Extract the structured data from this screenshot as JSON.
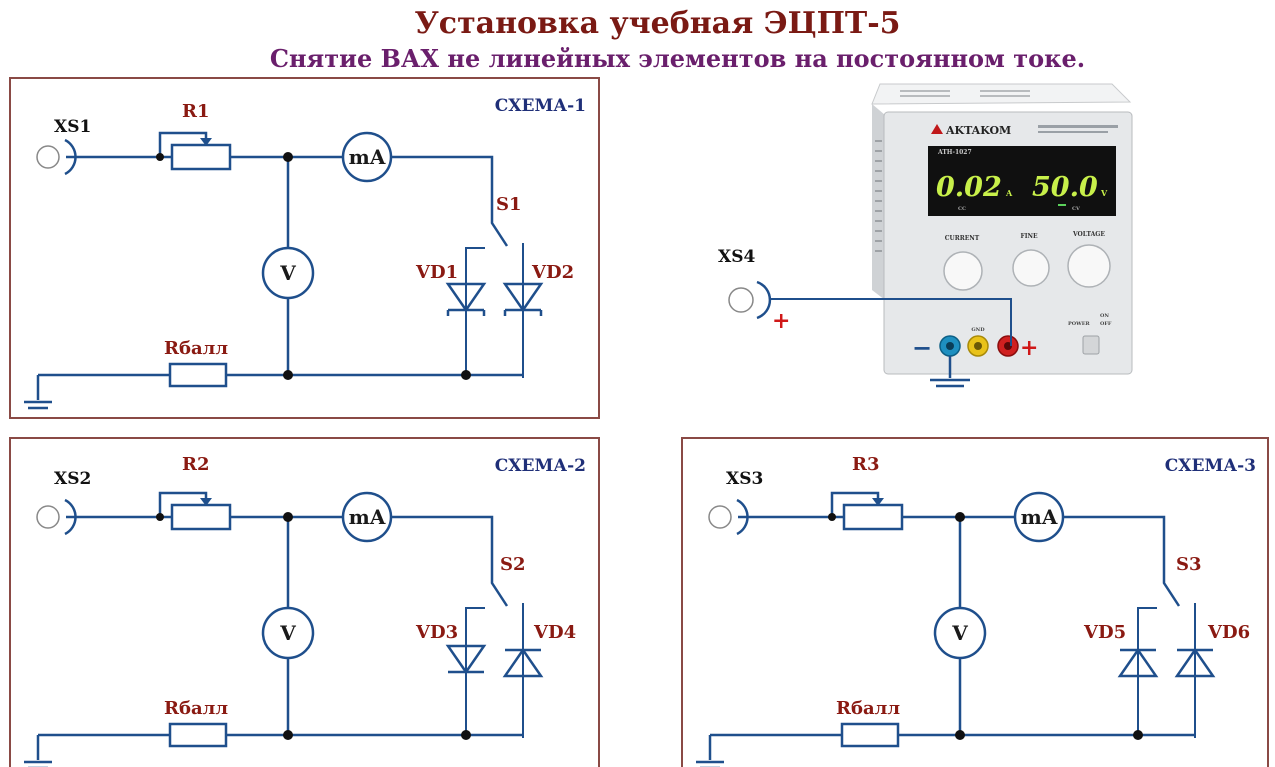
{
  "header": {
    "title": "Установка учебная ЭЦПТ-5",
    "subtitle": "Снятие ВАХ не линейных элементов на постоянном токе."
  },
  "schemes": [
    {
      "name": "СХЕМА-1",
      "connector": "XS1",
      "rheostat": "R1",
      "ammeter": "mA",
      "voltmeter": "V",
      "switch": "S1",
      "diode_left": "VD1",
      "diode_right": "VD2",
      "ballast": "Rбалл"
    },
    {
      "name": "СХЕМА-2",
      "connector": "XS2",
      "rheostat": "R2",
      "ammeter": "mA",
      "voltmeter": "V",
      "switch": "S2",
      "diode_left": "VD3",
      "diode_right": "VD4",
      "ballast": "Rбалл"
    },
    {
      "name": "СХЕМА-3",
      "connector": "XS3",
      "rheostat": "R3",
      "ammeter": "mA",
      "voltmeter": "V",
      "switch": "S3",
      "diode_left": "VD5",
      "diode_right": "VD6",
      "ballast": "Rбалл"
    }
  ],
  "power_supply": {
    "connector": "XS4",
    "plus_sign": "+",
    "minus_sign": "−",
    "brand": "AKTAKOM",
    "model": "ATH-1027",
    "current_reading": "0.02",
    "current_unit": "A",
    "voltage_reading": "50.0",
    "voltage_unit": "V",
    "knob_labels": [
      "CURRENT",
      "FINE",
      "VOLTAGE"
    ],
    "status_cc": "CC",
    "status_cv": "CV",
    "terminal_gnd": "GND",
    "power_label": "POWER",
    "on_label": "ON",
    "off_label": "OFF",
    "display_color": "#c8f04a",
    "body_color": "#e6e8ea"
  },
  "colors": {
    "wire": "#1f4f8c",
    "label_red": "#8a1a12",
    "scheme_blue": "#1f2f78",
    "title": "#7a1a14",
    "subtitle": "#6a1f6c",
    "plus_red": "#d01818"
  }
}
